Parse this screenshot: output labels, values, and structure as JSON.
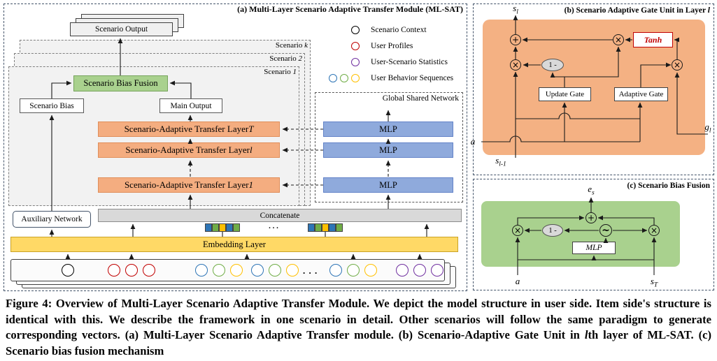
{
  "figure": {
    "caption_pre": "Figure 4: Overview of Multi-Layer Scenario Adaptive Transfer Module. We depict the model structure in user side. Item side's structure is identical with this. We describe the framework in one scenario in detail. Other scenarios will follow the same paradigm to generate corresponding vectors. (a) Multi-Layer Scenario Adaptive Transfer module. (b) Scenario-Adaptive Gate Unit in ",
    "caption_italic": "l",
    "caption_post": "th layer of ML-SAT. (c) Scenario bias fusion mechanism"
  },
  "panel_a": {
    "title": "(a) Multi-Layer Scenario Adaptive Transfer Module (ML-SAT)",
    "scenario_output": "Scenario Output",
    "legend": [
      {
        "label": "Scenario Context",
        "colors": [
          "#000000"
        ]
      },
      {
        "label": "User Profiles",
        "colors": [
          "#C00000"
        ]
      },
      {
        "label": "User-Scenario Statistics",
        "colors": [
          "#7030A0"
        ]
      },
      {
        "label": "User Behavior Sequences",
        "colors": [
          "#2E75B6",
          "#70AD47",
          "#FFC000"
        ]
      }
    ],
    "scenarios": [
      {
        "text": "Scenario ",
        "var": "k"
      },
      {
        "text": "Scenario ",
        "var": "2"
      },
      {
        "text": "Scenario ",
        "var": "1"
      }
    ],
    "bias_fusion": "Scenario Bias Fusion",
    "scenario_bias": "Scenario Bias",
    "main_output": "Main Output",
    "transfer_layers": [
      {
        "text": "Scenario-Adaptive Transfer Layer ",
        "var": "T"
      },
      {
        "text": "Scenario-Adaptive Transfer Layer ",
        "var": "l"
      },
      {
        "text": "Scenario-Adaptive Transfer Layer ",
        "var": "1"
      }
    ],
    "global_shared": "Global Shared Network",
    "mlp_label": "MLP",
    "auxiliary": "Auxiliary Network",
    "concatenate": "Concatenate",
    "embedding": "Embedding Layer",
    "dots": ". . .",
    "input_row": [
      "context",
      "profile",
      "profile",
      "profile",
      "seq_b",
      "seq_g",
      "seq_y",
      "seq_b",
      "seq_g",
      "seq_y",
      "dots",
      "seq_b",
      "seq_g",
      "seq_y",
      "stat",
      "stat",
      "stat"
    ],
    "embed_cells": [
      "seq_b",
      "seq_g",
      "seq_y",
      "seq_b",
      "seq_g"
    ]
  },
  "panel_b": {
    "title_text": "(b) Scenario Adaptive Gate Unit in Layer ",
    "title_var": "l",
    "s_out": {
      "base": "s",
      "sub": "l"
    },
    "s_prev": {
      "base": "s",
      "sub": "l-1"
    },
    "g_in": {
      "base": "g",
      "sub": "l"
    },
    "a_in": "a",
    "tanh": "Tanh",
    "one_minus": "1 -",
    "update_gate": "Update Gate",
    "adaptive_gate": "Adaptive Gate",
    "plus": "+",
    "times": "×"
  },
  "panel_c": {
    "title": "(c) Scenario Bias Fusion",
    "e_out": {
      "base": "e",
      "sub": "s"
    },
    "mlp": "MLP",
    "one_minus": "1 -",
    "sigmoid": "~",
    "a_in": "a",
    "s_T": {
      "base": "s",
      "sub": "T"
    },
    "plus": "+",
    "times": "×"
  },
  "colors": {
    "transfer_orange": "#F4AD80",
    "gate_bg_orange": "#F4B183",
    "mlp_blue": "#8FAADC",
    "fusion_green": "#A9D18E",
    "embedding_yellow": "#FFD966",
    "concat_gray": "#D9D9D9",
    "scenario_gray": "#F2F2F2",
    "context_black": "#000000",
    "profile_red": "#C00000",
    "stat_purple": "#7030A0",
    "seq_blue": "#2E75B6",
    "seq_green": "#70AD47",
    "seq_yellow": "#FFC000"
  }
}
